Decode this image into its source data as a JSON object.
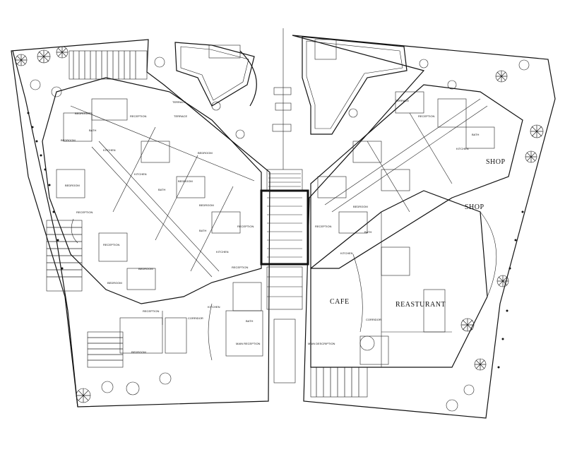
{
  "labels": {
    "shop_upper": "SHOP",
    "shop_lower": "SHOP",
    "cafe": "CAFE",
    "restaurant": "REASTURANT",
    "main_reception_left": "MAIN RECEPTION",
    "main_reception_right": "MAIN DESCRIPTION",
    "corridor_left": "CORRIDOR",
    "corridor_right": "CORRIDOR",
    "terrace_1": "TERRACE",
    "terrace_2": "TERRACE",
    "terrace_3": "TERRACE",
    "bedroom_1": "BEDROOM",
    "bedroom_2": "BEDROOM",
    "bedroom_3": "BEDROOM",
    "bedroom_4": "BEDROOM",
    "bedroom_5": "BEDROOM",
    "bedroom_6": "BEDROOM",
    "bedroom_7": "BEDROOM",
    "bedroom_8": "BEDROOM",
    "bedroom_9": "BEDROOM",
    "bedroom_10": "BEDROOM",
    "reception_1": "RECEPTION",
    "reception_2": "RECEPTION",
    "reception_3": "RECEPTION",
    "reception_4": "RECEPTION",
    "reception_5": "RECEPTION",
    "reception_6": "RECEPTION",
    "reception_7": "RECEPTION",
    "reception_8": "RECEPTION",
    "kitchen_1": "KITCHEN",
    "kitchen_2": "KITCHEN",
    "kitchen_3": "KITCHEN",
    "kitchen_4": "KITCHEN",
    "kitchen_5": "KITCHEN",
    "kitchen_6": "KITCHEN",
    "bath_1": "BATH",
    "bath_2": "BATH",
    "bath_3": "BATH",
    "bath_4": "BATH",
    "bath_5": "BATH",
    "bath_6": "BATH"
  }
}
